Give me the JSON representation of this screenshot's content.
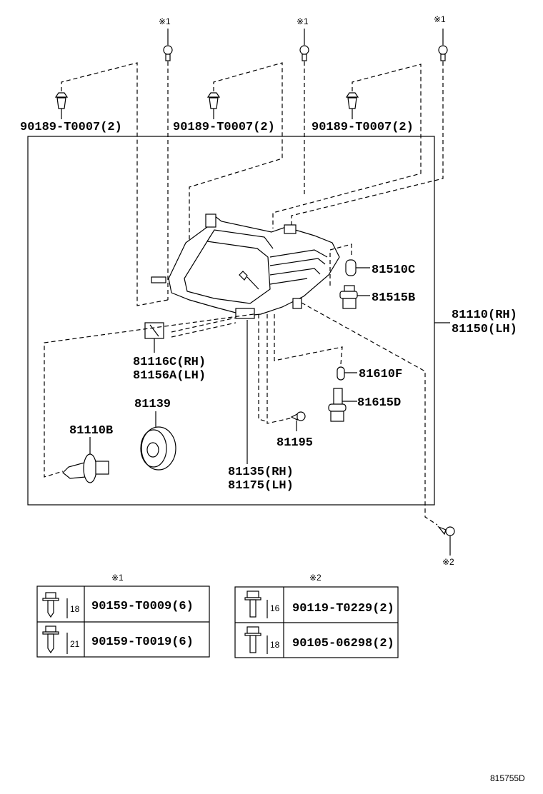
{
  "diagram": {
    "figure_id": "815755D",
    "frame_label": {
      "line1": "81110(RH)",
      "line2": "81150(LH)"
    },
    "marks": {
      "mark1": "※1",
      "mark2": "※2"
    },
    "clips": [
      {
        "label": "90189-T0007(2)"
      },
      {
        "label": "90189-T0007(2)"
      },
      {
        "label": "90189-T0007(2)"
      }
    ],
    "parts": {
      "bulb_socket_top": "81510C",
      "socket_top": "81515B",
      "connector": {
        "line1": "81116C(RH)",
        "line2": "81156A(LH)"
      },
      "cover": "81139",
      "headlamp_bulb": "81110B",
      "bracket": {
        "line1": "81135(RH)",
        "line2": "81175(LH)"
      },
      "screw": "81195",
      "bulb_small": "81610F",
      "socket_small": "81615D"
    },
    "fastener_tables": [
      {
        "mark": "※1",
        "rows": [
          {
            "length": "18",
            "part": "90159-T0009(6)"
          },
          {
            "length": "21",
            "part": "90159-T0019(6)"
          }
        ]
      },
      {
        "mark": "※2",
        "rows": [
          {
            "length": "16",
            "part": "90119-T0229(2)"
          },
          {
            "length": "18",
            "part": "90105-06298(2)"
          }
        ]
      }
    ]
  }
}
